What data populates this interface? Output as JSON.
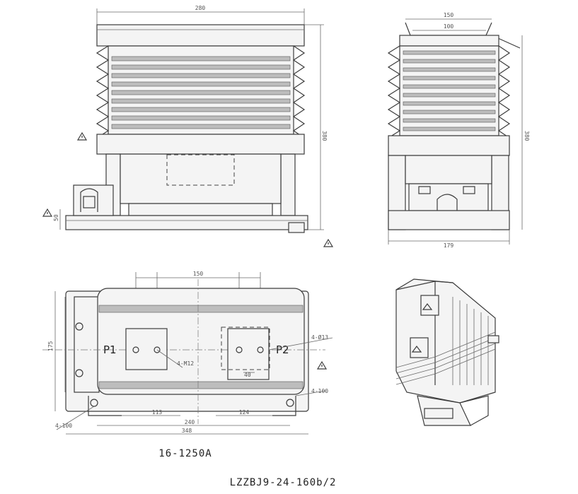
{
  "labels": {
    "primary_1": "P1",
    "primary_2": "P2",
    "current_rating": "16-1250A",
    "model": "LZZBJ9-24-160b/2"
  },
  "dimensions": {
    "front_width": "280",
    "front_height": "380",
    "front_base_height": "50",
    "side_top_outer": "150",
    "side_top_inner": "100",
    "side_base_width": "179",
    "side_height": "380",
    "plan_top_pitch": "150",
    "plan_left_height": "175",
    "plan_bolt_spec": "4-M12",
    "plan_hole_spec": "4-Ø13",
    "plan_right_offset": "4-100",
    "plan_left_offset": "4-100",
    "plan_bottom_a": "113",
    "plan_bottom_b": "124",
    "plan_bottom_total": "240",
    "plan_overall": "348",
    "plan_box_width": "40"
  }
}
